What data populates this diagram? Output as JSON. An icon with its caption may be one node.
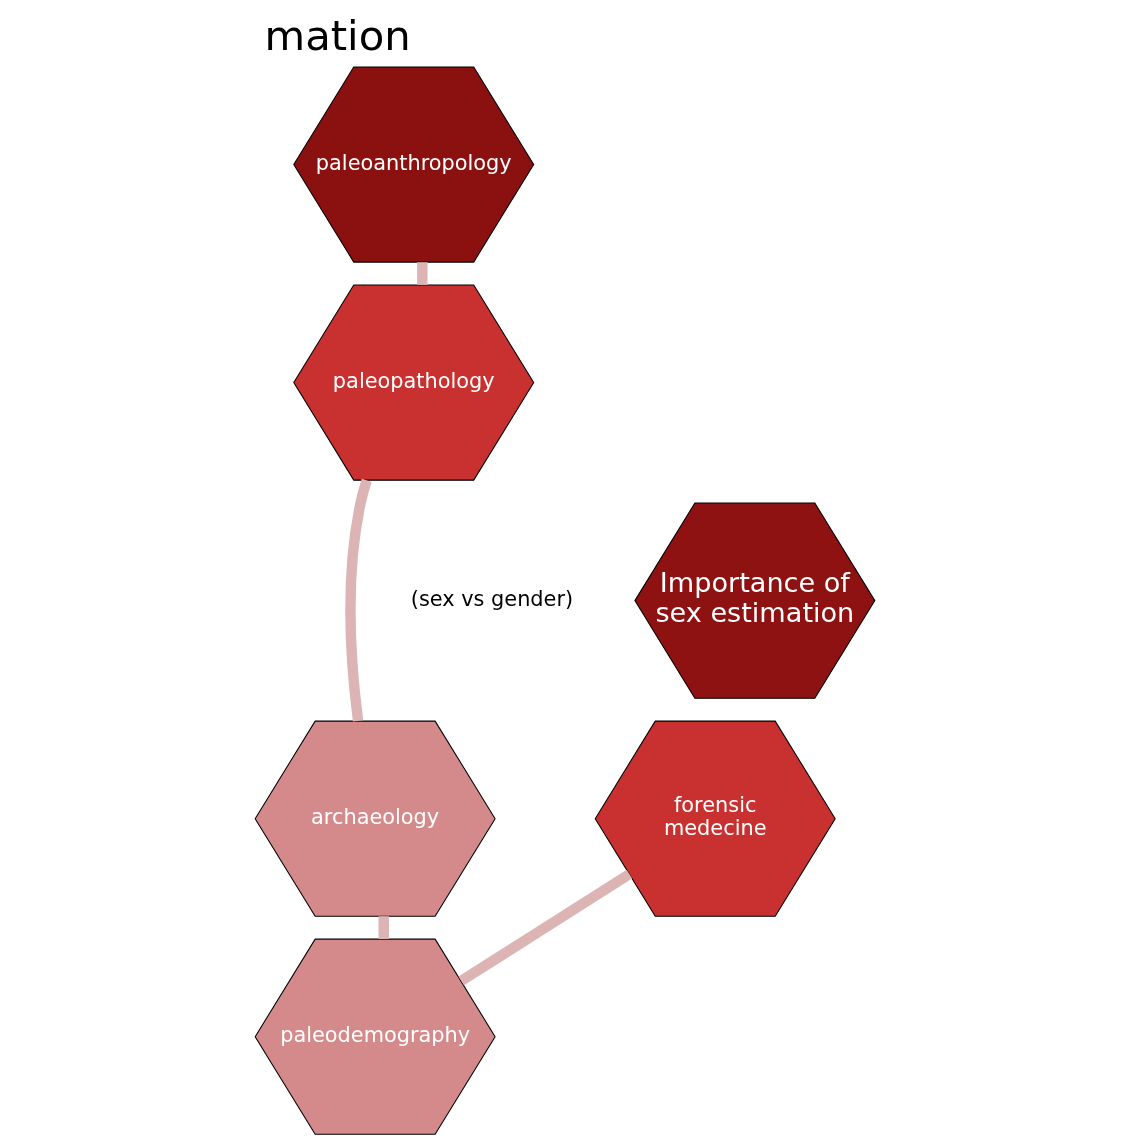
{
  "diagram": {
    "title": "mation",
    "nodes": [
      {
        "text": [
          "paleoanthropology"
        ]
      },
      {
        "text": [
          "paleopathology"
        ]
      },
      {
        "text": [
          "Importance of sex estimation"
        ]
      },
      {
        "text": [
          "forensic medecine"
        ]
      },
      {
        "text": [
          "archaeology"
        ]
      },
      {
        "text": [
          "paleodemography"
        ]
      }
    ],
    "edges": [
      {
        "from": 0,
        "to": 1,
        "arrow": "none"
      },
      {
        "from": 1,
        "to": 4,
        "arrow": "none"
      },
      {
        "from": 4,
        "to": 5,
        "arrow": "none"
      },
      {
        "from": 5,
        "to": 3,
        "arrow": "none"
      }
    ],
    "labels": [
      "(sex vs gender)"
    ]
  }
}
